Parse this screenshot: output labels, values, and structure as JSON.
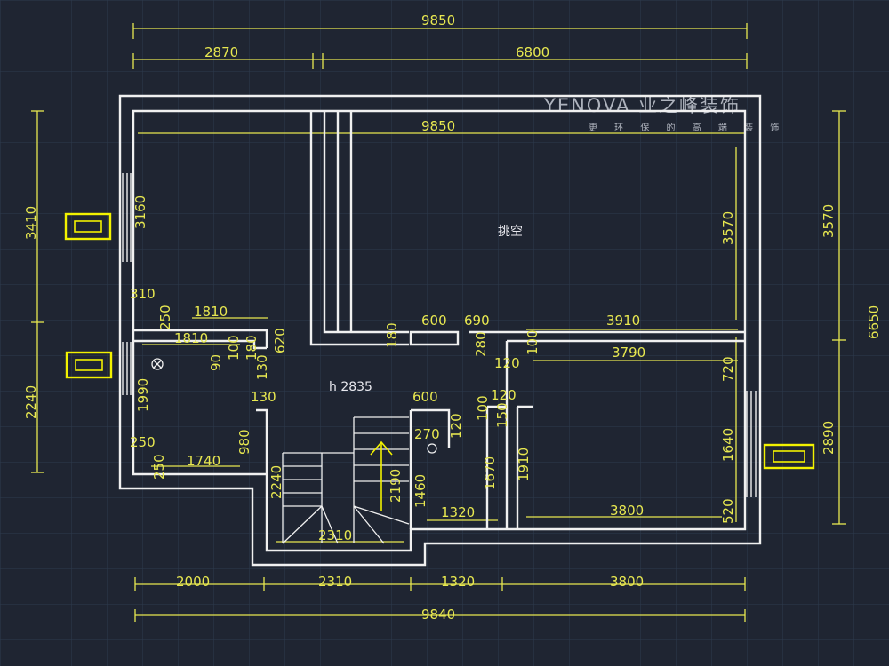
{
  "brand": {
    "logo_text": "YENOVA 业之峰装饰",
    "slogan": "更 环 保 的 高 端 装 饰"
  },
  "labels": {
    "void": "挑空",
    "height": "h 2835"
  },
  "dims": {
    "top_total": "9850",
    "top_left": "2870",
    "top_right": "6800",
    "inner_top": "9850",
    "left_upper": "3410",
    "left_lower": "2240",
    "right_total": "6650",
    "right_upper": "3570",
    "right_lower": "2890",
    "inner_right_upper": "3570",
    "inner_right_720": "720",
    "inner_right_1640": "1640",
    "inner_right_520": "520",
    "window_left_top": "3160",
    "d_310": "310",
    "d_250a": "250",
    "d_1810a": "1810",
    "d_1810b": "1810",
    "d_100": "100",
    "d_180a": "180",
    "d_620": "620",
    "d_90": "90",
    "d_130a": "130",
    "d_130b": "130",
    "d_1990": "1990",
    "d_980": "980",
    "d_250b": "250",
    "d_250c": "250",
    "d_1740": "1740",
    "d_180b": "180",
    "d_600a": "600",
    "d_690": "690",
    "d_3910": "3910",
    "d_280": "280",
    "d_100b": "100",
    "d_120a": "120",
    "d_3790": "3790",
    "d_600b": "600",
    "d_120b": "120",
    "d_100c": "100",
    "d_150": "150",
    "d_270": "270",
    "d_120c": "120",
    "d_1670": "1670",
    "d_1910": "1910",
    "d_1460": "1460",
    "d_2190": "2190",
    "d_2240": "2240",
    "d_1320a": "1320",
    "d_3800a": "3800",
    "d_2310a": "2310",
    "bottom_2000": "2000",
    "bottom_2310": "2310",
    "bottom_1320": "1320",
    "bottom_3800": "3800",
    "bottom_total": "9840"
  },
  "colors": {
    "background": "#1f2532",
    "grid": "#2e3a4d",
    "wall": "#f0f0f0",
    "dimension": "#e8e850",
    "fixture": "#f2f200"
  },
  "icons": [
    "window-unit-icon",
    "window-unit-icon",
    "window-unit-icon",
    "light-fixture-icon",
    "stair-arrow-icon"
  ]
}
